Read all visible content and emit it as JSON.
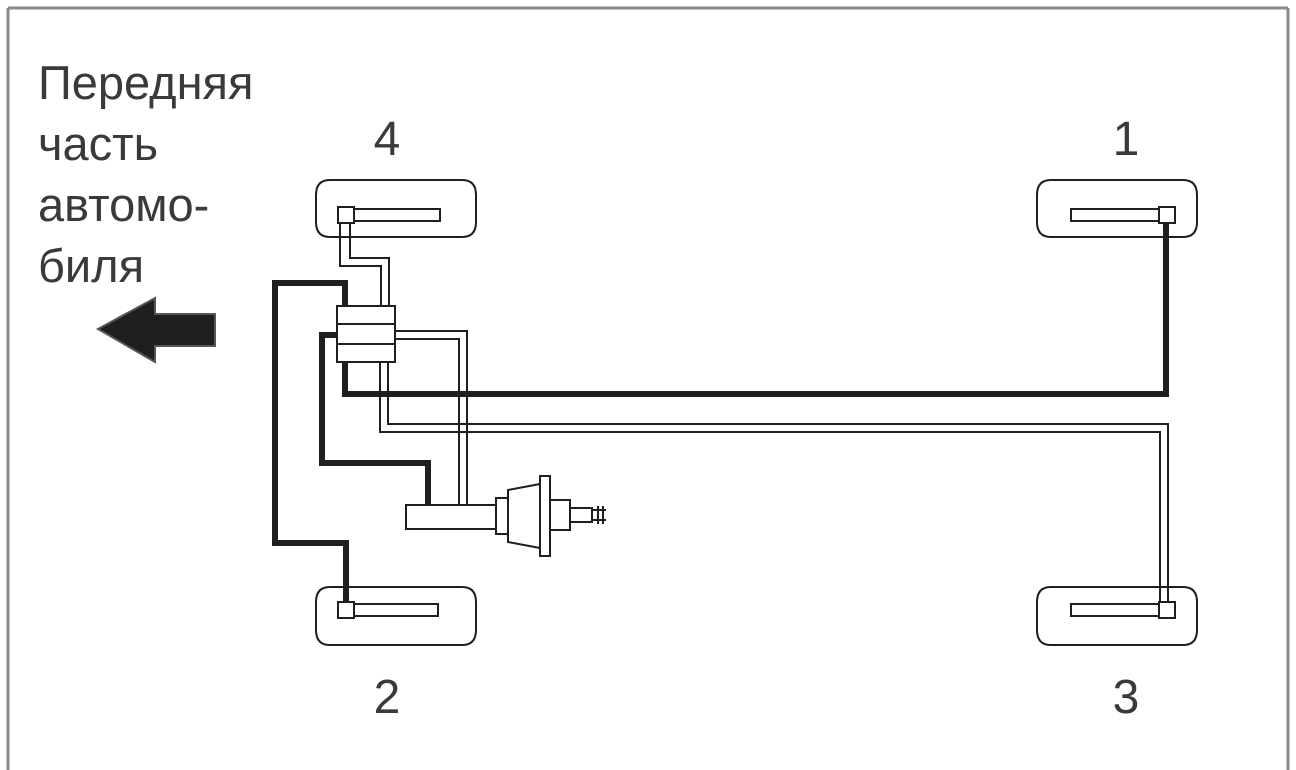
{
  "caption": {
    "lines": [
      "Передняя",
      "часть",
      "автомо-",
      "биля"
    ]
  },
  "wheels": {
    "front_left": "4",
    "rear_left": "1",
    "front_right": "2",
    "rear_right": "3"
  },
  "colors": {
    "frame": "#8a8a8a",
    "line_dark": "#1f1f1f",
    "line_gray": "#7a7a7a",
    "text": "#3a3a3a",
    "arrow": "#1f1f1f"
  }
}
